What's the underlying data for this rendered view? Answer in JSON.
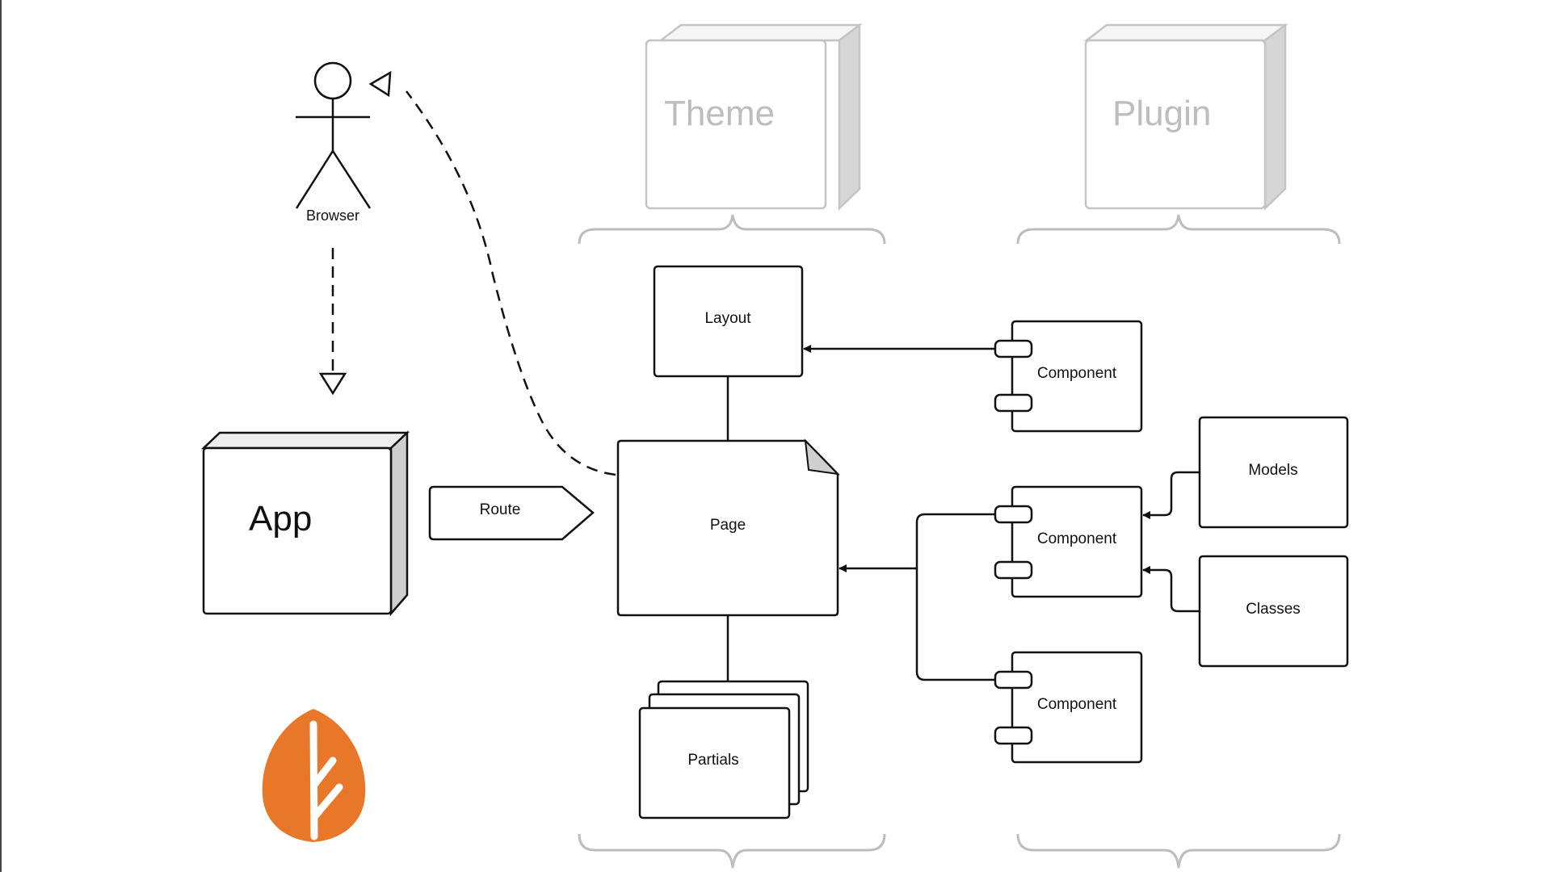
{
  "nodes": {
    "browser": "Browser",
    "app": "App",
    "route": "Route",
    "page": "Page",
    "layout": "Layout",
    "partials": "Partials",
    "component_top": "Component",
    "component_mid": "Component",
    "component_bottom": "Component",
    "models": "Models",
    "classes": "Classes"
  },
  "groups": {
    "theme": "Theme",
    "plugin": "Plugin"
  },
  "logo": {
    "icon": "leaf-icon",
    "color": "#e8772a"
  },
  "colors": {
    "ink": "#111111",
    "faded": "#bdbdbd",
    "side": "#cfcfcf",
    "accent": "#e8772a"
  }
}
